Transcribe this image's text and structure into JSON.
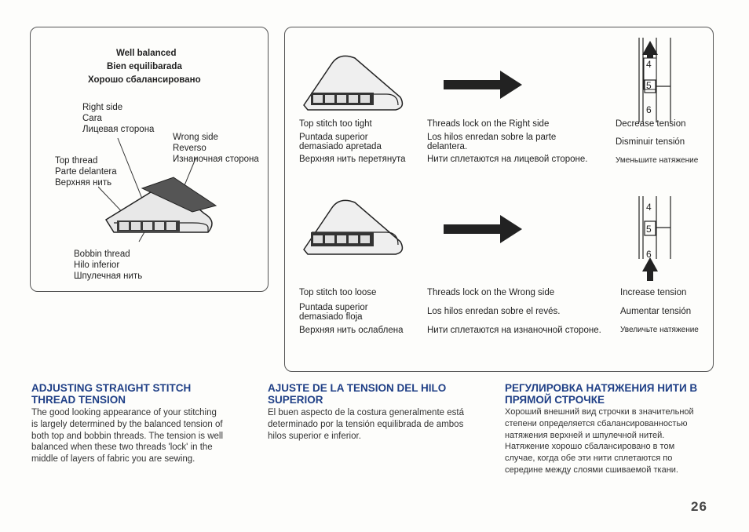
{
  "left_panel": {
    "title_en": "Well balanced",
    "title_es": "Bien equilibarada",
    "title_ru": "Хорошо сбалансировано",
    "right_side": "Right side\nCara\nЛицевая сторона",
    "wrong_side": "Wrong side\nReverso\nИзнаночная сторона",
    "top_thread": "Top thread\nParte delantera\nВерхняя нить",
    "bobbin_thread": "Bobbin thread\nHilo inferior\nШпулечная нить"
  },
  "right_panel": {
    "row1": {
      "cause_en": "Top stitch too tight",
      "cause_es": "Puntada superior\ndemasiado apretada",
      "cause_ru": "Верхняя нить перетянута",
      "effect_en": "Threads lock on the Right side",
      "effect_es": "Los hilos enredan sobre la parte\ndelantera.",
      "effect_ru": "Нити сплетаются на лицевой стороне.",
      "action_en": "Decrease tension",
      "action_es": "Disminuir tensión",
      "action_ru": "Уменьшите натяжение",
      "dial": [
        "4",
        "5",
        "6"
      ]
    },
    "row2": {
      "cause_en": "Top stitch too loose",
      "cause_es": "Puntada superior\ndemasiado floja",
      "cause_ru": "Верхняя нить ослаблена",
      "effect_en": "Threads lock on the Wrong side",
      "effect_es": "Los hilos enredan sobre el revés.",
      "effect_ru": "Нити сплетаются на изнаночной стороне.",
      "action_en": "Increase tension",
      "action_es": "Aumentar tensión",
      "action_ru": "Увеличьте натяжение",
      "dial": [
        "4",
        "5",
        "6"
      ]
    }
  },
  "sections": {
    "en": {
      "heading": "ADJUSTING STRAIGHT STITCH\nTHREAD TENSION",
      "body": "The good looking appearance of your stitching\nis largely determined by the balanced tension of\nboth top and bobbin threads. The tension is well\nbalanced when these two threads 'lock' in the\nmiddle of layers of fabric you are sewing."
    },
    "es": {
      "heading": "AJUSTE DE LA TENSION DEL HILO\nSUPERIOR",
      "body": "El buen aspecto de la costura generalmente está\ndeterminado por la tensión equilibrada de ambos\nhilos superior e inferior."
    },
    "ru": {
      "heading": "РЕГУЛИРОВКА НАТЯЖЕНИЯ НИТИ В\nПРЯМОЙ СТРОЧКЕ",
      "body": "Хороший внешний вид строчки в значительной\nстепени определяется сбалансированностью\nнатяжения верхней и шпулечной нитей.\nНатяжение хорошо сбалансировано в том\nслучае, когда обе эти нити сплетаются по\nсередине между слоями сшиваемой ткани."
    }
  },
  "page_number": "26",
  "colors": {
    "heading": "#1f3f86",
    "line": "#444444"
  }
}
